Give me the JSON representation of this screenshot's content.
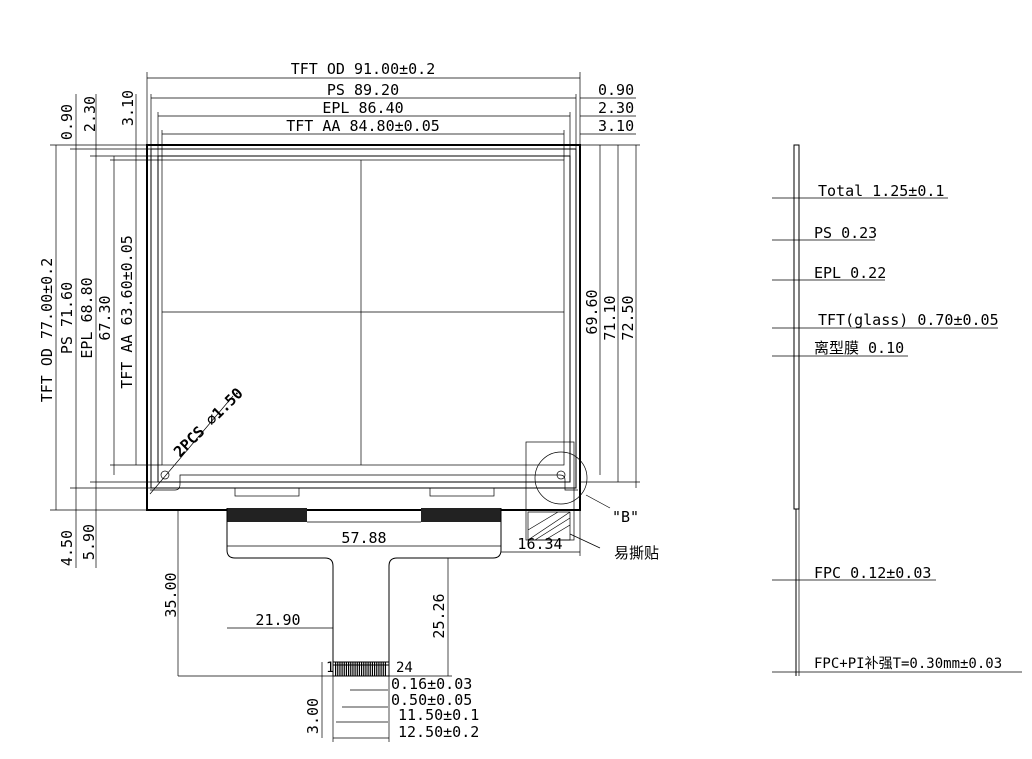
{
  "top_dims": {
    "tft_od": "TFT OD 91.00±0.2",
    "ps": "PS 89.20",
    "epl": "EPL 86.40",
    "tft_aa": "TFT AA 84.80±0.05"
  },
  "right_offsets": [
    "0.90",
    "2.30",
    "3.10"
  ],
  "left_offsets": [
    "0.90",
    "2.30",
    "3.10"
  ],
  "left_dims": {
    "tft_od": "TFT OD 77.00±0.2",
    "ps": "PS 71.60",
    "epl": "EPL 68.80",
    "v67": "67.30",
    "tft_aa": "TFT AA 63.60±0.05"
  },
  "right_dims": [
    "69.60",
    "71.10",
    "72.50"
  ],
  "bottom_left": [
    "4.50",
    "5.90"
  ],
  "hole_label": "2PCS ⌀1.50",
  "detail_label": "\"B\"",
  "easy_tear": "易撕贴",
  "fpc_dims": {
    "width": "57.88",
    "offset": "16.34",
    "height": "35.00",
    "tail_x": "21.90",
    "tail_h": "25.26",
    "pad_h": "3.00"
  },
  "pin_labels": [
    "1",
    "24"
  ],
  "pitch_dims": [
    "0.16±0.03",
    "0.50±0.05",
    "11.50±0.1",
    "12.50±0.2"
  ],
  "stack": {
    "total": "Total 1.25±0.1",
    "ps": "PS 0.23",
    "epl": "EPL 0.22",
    "tft": "TFT(glass) 0.70±0.05",
    "release": "离型膜 0.10",
    "fpc": "FPC 0.12±0.03",
    "fpc_pi": "FPC+PI补强T=0.30mm±0.03"
  }
}
